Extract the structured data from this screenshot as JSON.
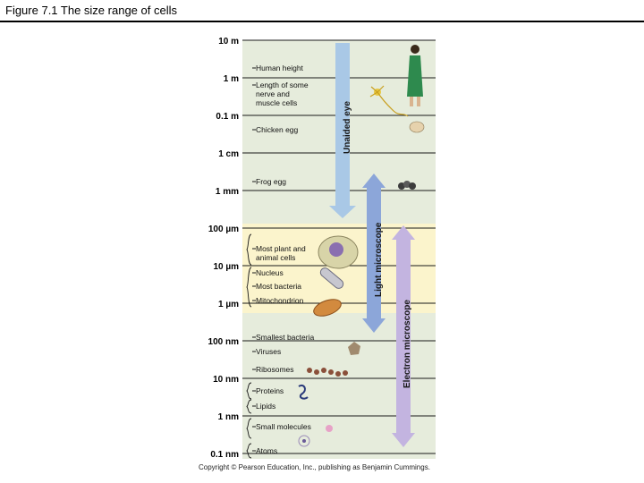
{
  "header": {
    "title": "Figure 7.1  The size range of cells"
  },
  "scale": [
    "10 m",
    "1 m",
    "0.1 m",
    "1 cm",
    "1 mm",
    "100 µm",
    "10   µm",
    "1   µm",
    "100 nm",
    "10 nm",
    "1 nm",
    "0.1 nm"
  ],
  "items": [
    [
      "Human height"
    ],
    [
      "Length of some",
      "nerve and",
      "muscle cells"
    ],
    [
      "Chicken egg"
    ],
    [
      "Frog egg"
    ],
    [
      "Most plant and",
      "animal cells"
    ],
    [
      "Nucleus"
    ],
    [
      "Most bacteria"
    ],
    [
      "Mitochondrion"
    ],
    [
      "Smallest bacteria"
    ],
    [
      "Viruses"
    ],
    [
      "Ribosomes"
    ],
    [
      "Proteins"
    ],
    [
      "Lipids"
    ],
    [
      "Small molecules"
    ],
    [
      "Atoms"
    ]
  ],
  "ranges": {
    "unaided": "Unaided eye",
    "light": "Light microscope",
    "electron": "Electron microscope"
  },
  "colors": {
    "panel": "#e6ecdc",
    "cell_band": "#fbf4cc",
    "unaided": "#a9c8e6",
    "light": "#8ca6d9",
    "electron": "#c3b4e0"
  },
  "icons": [
    "person-icon",
    "nerve-cell-icon",
    "chicken-egg-icon",
    "frog-egg-icon",
    "animal-cell-icon",
    "bacterium-icon",
    "mitochondrion-icon",
    "virus-icon",
    "ribosome-icon",
    "protein-icon",
    "small-molecule-icon",
    "atom-icon"
  ],
  "footer": {
    "copyright": "Copyright © Pearson Education, Inc., publishing as Benjamin Cummings."
  }
}
